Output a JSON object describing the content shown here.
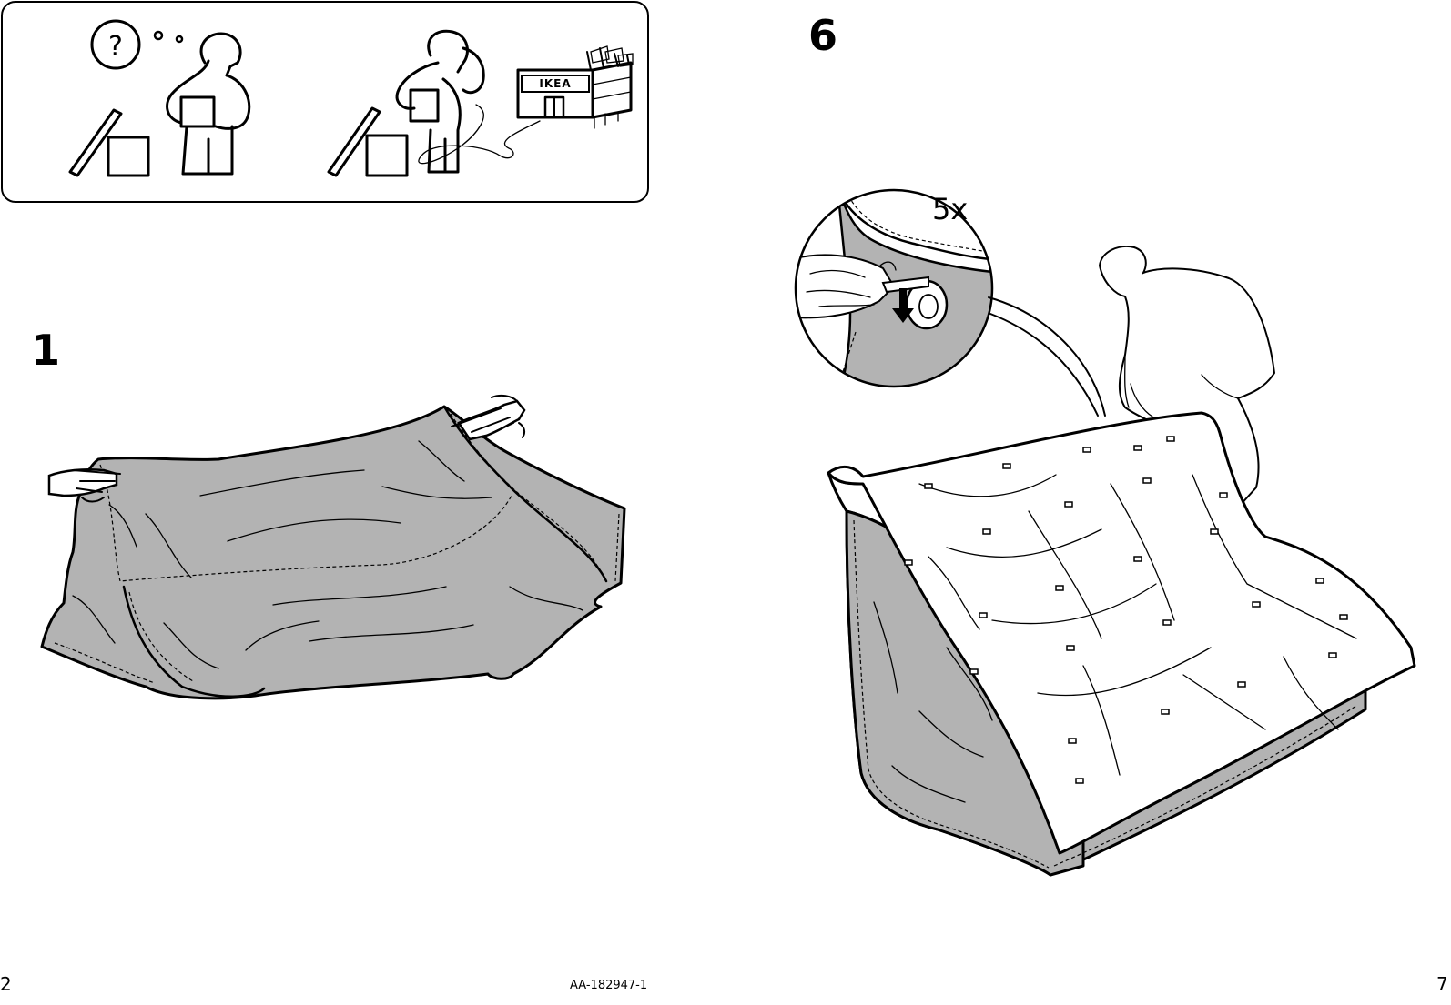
{
  "left_page": {
    "help_box": {
      "store_sign": "IKEA",
      "icons": [
        "question-mark-icon",
        "confused-person-icon",
        "box-icon",
        "phone-person-icon",
        "store-icon"
      ]
    },
    "step": {
      "number": "1"
    },
    "page_number": "2"
  },
  "footer": {
    "document_code": "AA-182947-1"
  },
  "right_page": {
    "step": {
      "number": "6",
      "callout_quantity": "5x"
    },
    "page_number": "7"
  },
  "colors": {
    "fabric_gray": "#b3b3b3",
    "line": "#000000",
    "background": "#ffffff"
  }
}
